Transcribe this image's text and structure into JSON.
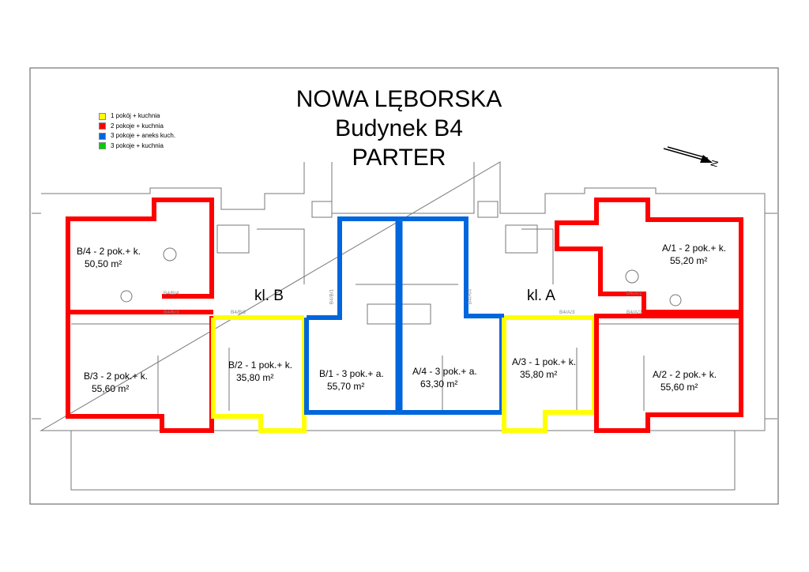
{
  "title": {
    "line1": "NOWA  LĘBORSKA",
    "line2": "Budynek B4",
    "line3": "PARTER"
  },
  "legend": [
    {
      "label": "1 pokój + kuchnia",
      "color": "#ffff00"
    },
    {
      "label": "2 pokoje + kuchnia",
      "color": "#ff0000"
    },
    {
      "label": "3 pokoje + aneks kuch.",
      "color": "#0066dd"
    },
    {
      "label": "3 pokoje + kuchnia",
      "color": "#00cc00"
    }
  ],
  "north": "N",
  "stairwells": {
    "b": "kl. B",
    "a": "kl. A"
  },
  "units": [
    {
      "name": "B/4 - 2 pok.+ k.",
      "area": "50,50 m²"
    },
    {
      "name": "B/3 - 2 pok.+ k.",
      "area": "55,60 m²"
    },
    {
      "name": "B/2 - 1 pok.+ k.",
      "area": "35,80 m²"
    },
    {
      "name": "B/1 - 3 pok.+ a.",
      "area": "55,70 m²"
    },
    {
      "name": "A/4 - 3 pok.+ a.",
      "area": "63,30 m²"
    },
    {
      "name": "A/3 - 1 pok.+ k.",
      "area": "35,80 m²"
    },
    {
      "name": "A/1 - 2 pok.+ k.",
      "area": "55,20 m²"
    },
    {
      "name": "A/2 - 2 pok.+ k.",
      "area": "55,60 m²"
    }
  ],
  "door_codes": [
    "B4/B/4",
    "B4/B/3",
    "B4/B/2",
    "B4/B/1",
    "B4/A/4",
    "B4/A/3",
    "B4/A/1",
    "B4/A/2"
  ]
}
